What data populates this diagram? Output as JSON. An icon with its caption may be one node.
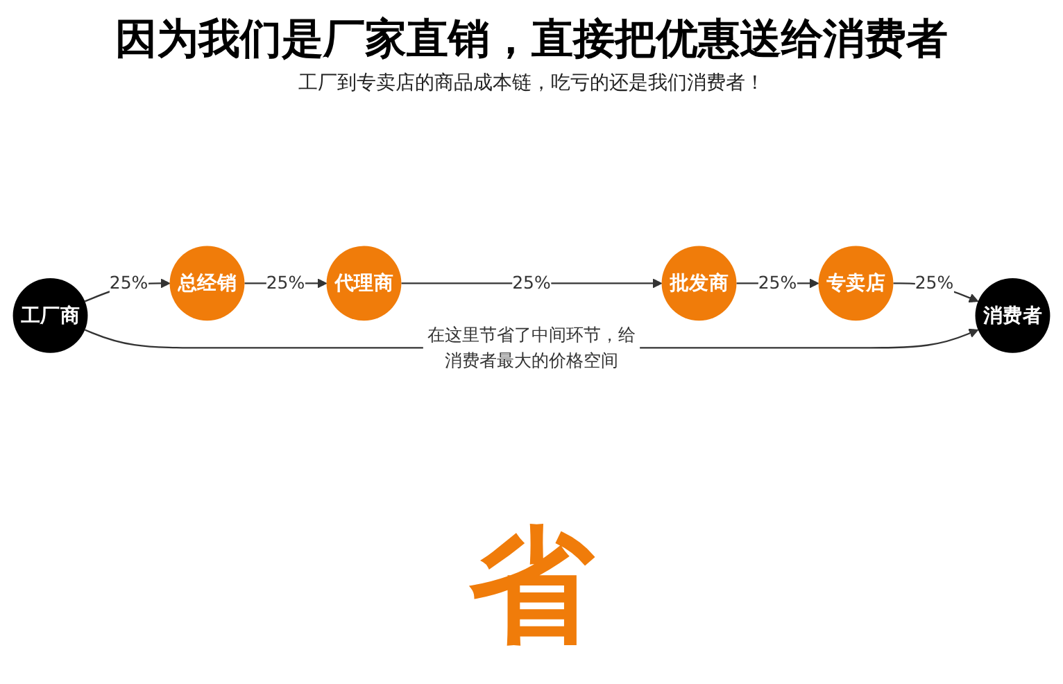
{
  "diagram": {
    "title": "因为我们是厂家直销，直接把优惠送给消费者",
    "nodes": [
      {
        "text": [
          "工厂商"
        ]
      },
      {
        "text": [
          "总经销"
        ]
      },
      {
        "text": [
          "代理商"
        ]
      },
      {
        "text": [
          "批发商"
        ]
      },
      {
        "text": [
          "专卖店"
        ]
      },
      {
        "text": [
          "消费者"
        ]
      }
    ],
    "edges": [
      {
        "from": 0,
        "to": 1,
        "arrow": "to",
        "label": "25%"
      },
      {
        "from": 1,
        "to": 2,
        "arrow": "to",
        "label": "25%"
      },
      {
        "from": 2,
        "to": 3,
        "arrow": "to",
        "label": "25%"
      },
      {
        "from": 3,
        "to": 4,
        "arrow": "to",
        "label": "25%"
      },
      {
        "from": 4,
        "to": 5,
        "arrow": "to",
        "label": "25%"
      },
      {
        "from": 0,
        "to": 5,
        "arrow": "to",
        "label": "在这里节省了中间环节，给消费者最大的价格空间"
      }
    ],
    "labels": [
      "工厂到专卖店的商品成本链，吃亏的还是我们消费者！",
      "省"
    ]
  }
}
